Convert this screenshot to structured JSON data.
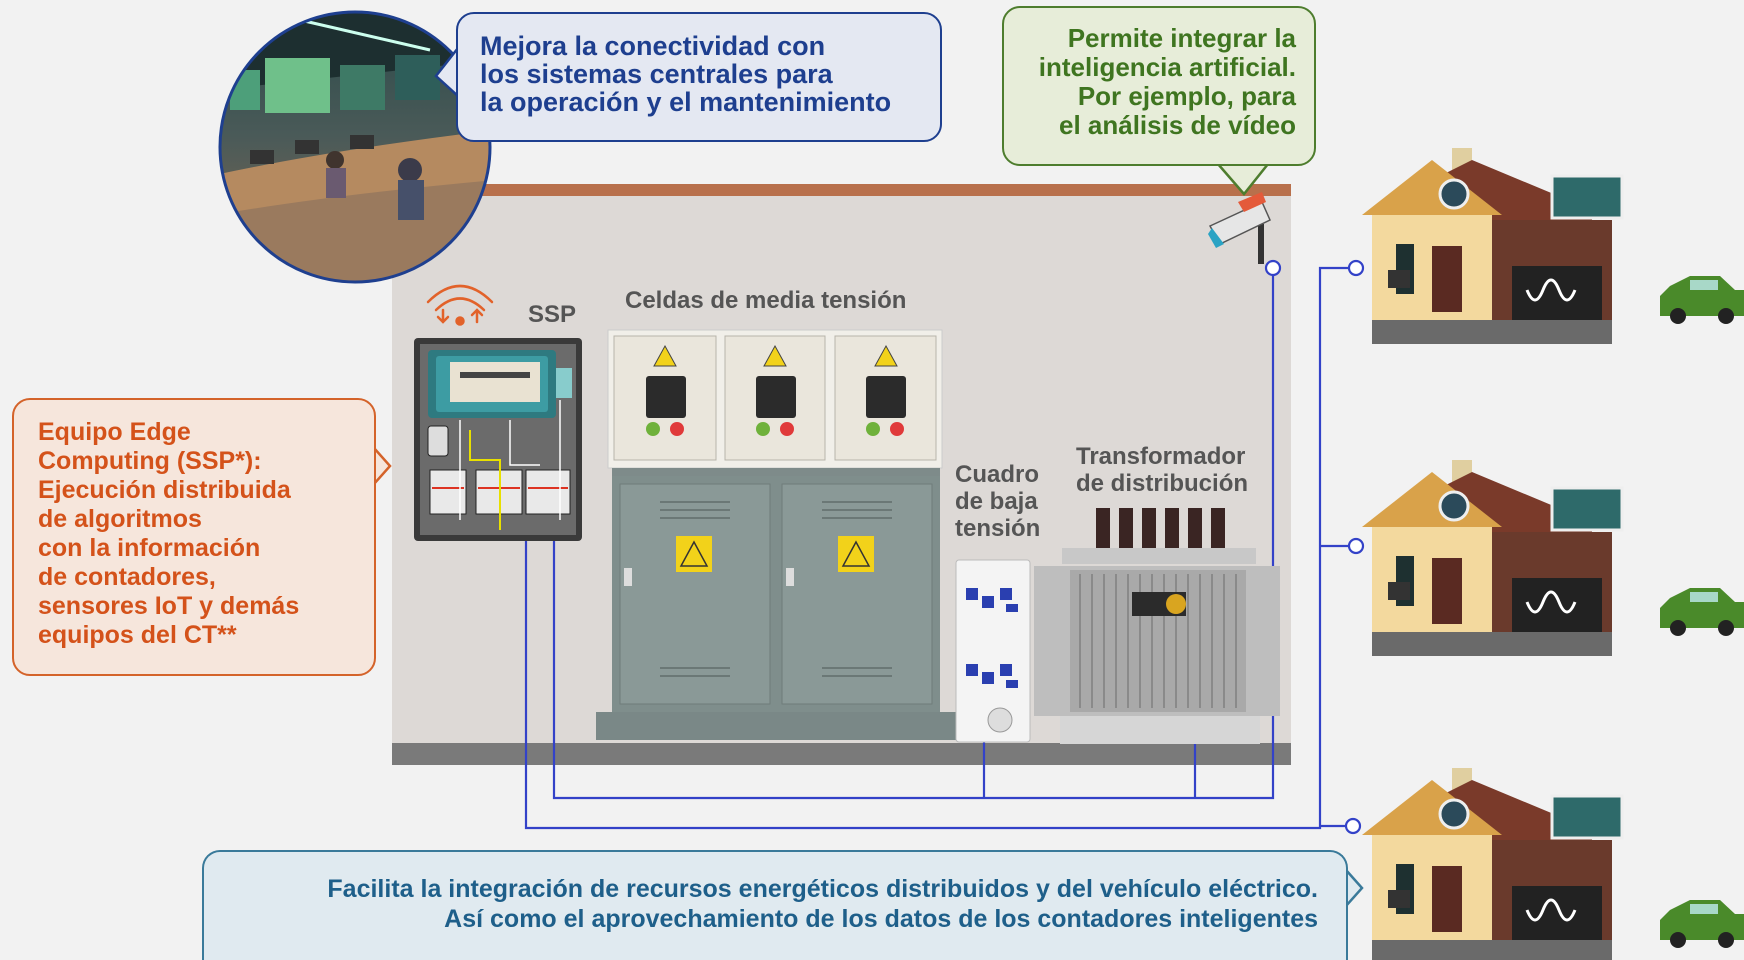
{
  "callouts": {
    "connectivity": [
      "Mejora la conectividad con",
      "los sistemas centrales para",
      "la operación y el mantenimiento"
    ],
    "ai": [
      "Permite integrar la",
      "inteligencia artificial.",
      "Por ejemplo, para",
      "el análisis de vídeo"
    ],
    "edge_title": [
      "Equipo Edge",
      "Computing (SSP*):"
    ],
    "edge_body": [
      "Ejecución distribuida",
      "de algoritmos",
      "con la información",
      "de contadores,",
      "sensores IoT y demás",
      "equipos del CT**"
    ],
    "bottom": [
      "Facilita la integración de recursos energéticos distribuidos y del vehículo eléctrico.",
      "Así como el aprovechamiento de los datos de los contadores inteligentes"
    ]
  },
  "labels": {
    "ssp": "SSP",
    "celdas": "Celdas de media tensión",
    "cuadro": [
      "Cuadro",
      "de baja",
      "tensión"
    ],
    "transformador": [
      "Transformador",
      "de distribución"
    ]
  },
  "colors": {
    "blue_callout_border": "#1e3f8f",
    "blue_text": "#1e3f8f",
    "green_border": "#4e7d2e",
    "green_text": "#3f7520",
    "orange_border": "#d4632a",
    "orange_text": "#d4521a",
    "teal_border": "#3a7a9a",
    "teal_text": "#1e5f8a",
    "wire": "#3342c8"
  }
}
